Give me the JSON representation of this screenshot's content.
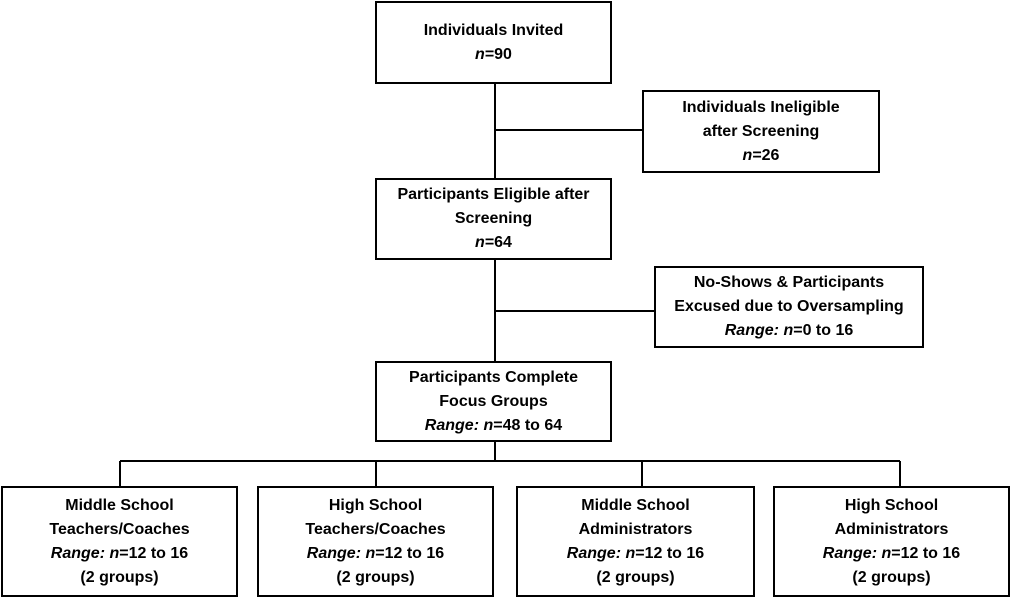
{
  "boxes": {
    "invited": {
      "title": "Individuals Invited",
      "count_prefix": "",
      "count_var": "n",
      "count_value": "=90"
    },
    "ineligible": {
      "title_line1": "Individuals Ineligible",
      "title_line2": "after Screening",
      "count_prefix": "",
      "count_var": "n",
      "count_value": "=26"
    },
    "eligible": {
      "title_line1": "Participants Eligible after",
      "title_line2": "Screening",
      "count_prefix": "",
      "count_var": "n",
      "count_value": "=64"
    },
    "noshows": {
      "title_line1": "No-Shows & Participants",
      "title_line2": "Excused due to Oversampling",
      "range_label": "Range:",
      "count_var": "n",
      "count_value": "=0 to 16"
    },
    "complete": {
      "title_line1": "Participants Complete",
      "title_line2": "Focus Groups",
      "range_label": "Range:",
      "count_var": "n",
      "count_value": "=48 to 64"
    },
    "ms_teachers": {
      "title_line1": "Middle School",
      "title_line2": "Teachers/Coaches",
      "range_label": "Range:",
      "count_var": "n",
      "count_value": "=12 to 16",
      "groups": "(2 groups)"
    },
    "hs_teachers": {
      "title_line1": "High School",
      "title_line2": "Teachers/Coaches",
      "range_label": "Range:",
      "count_var": "n",
      "count_value": "=12 to 16",
      "groups": "(2 groups)"
    },
    "ms_admin": {
      "title_line1": "Middle School",
      "title_line2": "Administrators",
      "range_label": "Range:",
      "count_var": "n",
      "count_value": "=12 to 16",
      "groups": "(2 groups)"
    },
    "hs_admin": {
      "title_line1": "High School",
      "title_line2": "Administrators",
      "range_label": "Range:",
      "count_var": "n",
      "count_value": "=12 to 16",
      "groups": "(2 groups)"
    }
  }
}
